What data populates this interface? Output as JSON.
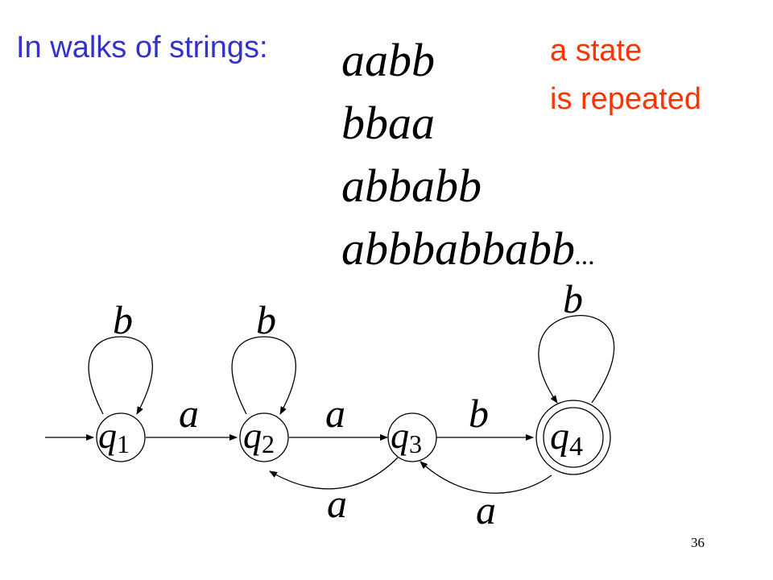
{
  "heading": "In walks of strings:",
  "note": {
    "line1": "a state",
    "line2": "is repeated"
  },
  "strings": [
    "aabb",
    "bbaa",
    "abbabb",
    "abbbabbabb"
  ],
  "ellipsis": "...",
  "page_number": "36",
  "automaton": {
    "states": [
      {
        "symbol": "q",
        "index": "1",
        "accepting": false,
        "initial": true
      },
      {
        "symbol": "q",
        "index": "2",
        "accepting": false,
        "initial": false
      },
      {
        "symbol": "q",
        "index": "3",
        "accepting": false,
        "initial": false
      },
      {
        "symbol": "q",
        "index": "4",
        "accepting": true,
        "initial": false
      }
    ],
    "transitions": [
      {
        "from": "q1",
        "to": "q1",
        "label": "b"
      },
      {
        "from": "q2",
        "to": "q2",
        "label": "b"
      },
      {
        "from": "q4",
        "to": "q4",
        "label": "b"
      },
      {
        "from": "q1",
        "to": "q2",
        "label": "a"
      },
      {
        "from": "q2",
        "to": "q3",
        "label": "a"
      },
      {
        "from": "q3",
        "to": "q4",
        "label": "b"
      },
      {
        "from": "q3",
        "to": "q2",
        "label": "a"
      },
      {
        "from": "q4",
        "to": "q3",
        "label": "a"
      }
    ]
  }
}
